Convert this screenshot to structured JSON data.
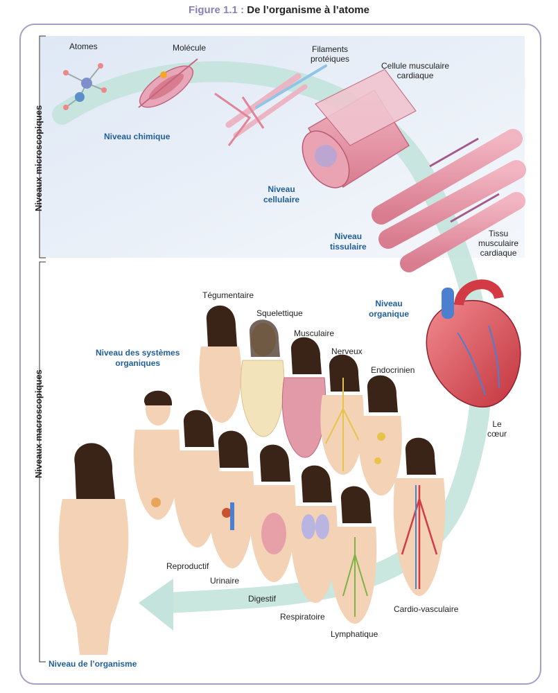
{
  "figure": {
    "number": "Figure 1.1 :",
    "title": "De l’organisme à l’atome"
  },
  "side_labels": {
    "microscopic": "Niveaux microscopiques",
    "macroscopic": "Niveaux macroscopiques"
  },
  "levels": {
    "chimique": "Niveau chimique",
    "cellulaire_1": "Niveau",
    "cellulaire_2": "cellulaire",
    "tissulaire_1": "Niveau",
    "tissulaire_2": "tissulaire",
    "organique_1": "Niveau",
    "organique_2": "organique",
    "systemes_1": "Niveau des systèmes",
    "systemes_2": "organiques",
    "organisme": "Niveau de l’organisme"
  },
  "labels": {
    "atomes": "Atomes",
    "molecule": "Molécule",
    "filaments_1": "Filaments",
    "filaments_2": "protéiques",
    "cellule_1": "Cellule musculaire",
    "cellule_2": "cardiaque",
    "tissu_1": "Tissu",
    "tissu_2": "musculaire",
    "tissu_3": "cardiaque",
    "coeur_1": "Le",
    "coeur_2": "cœur"
  },
  "systems": {
    "tegumentaire": "Tégumentaire",
    "squelettique": "Squelettique",
    "musculaire": "Musculaire",
    "nerveux": "Nerveux",
    "endocrinien": "Endocrinien",
    "reproductif": "Reproductif",
    "urinaire": "Urinaire",
    "digestif": "Digestif",
    "respiratoire": "Respiratoire",
    "lymphatique": "Lymphatique",
    "cardio": "Cardio-vasculaire"
  },
  "colors": {
    "frame": "#a89cc8",
    "level_text": "#1f5e9c",
    "arrow": "#b8ddd6",
    "micro_bg": "#e6eef8",
    "skin": "#f3d2b5",
    "hair": "#3a2418",
    "muscle": "#e39aa8"
  }
}
